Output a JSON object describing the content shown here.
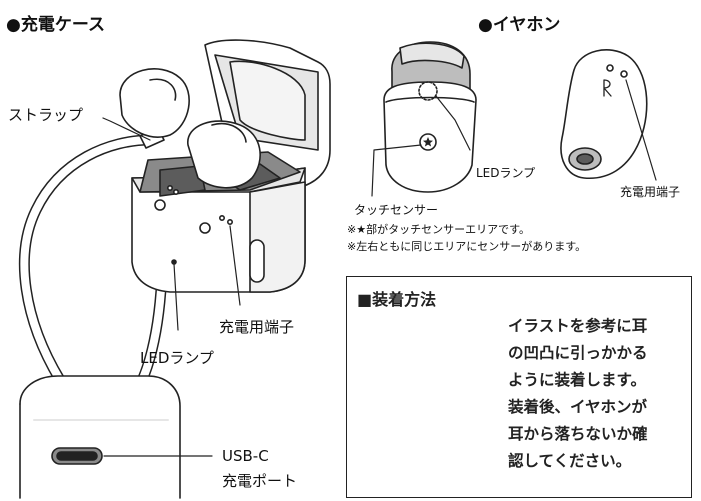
{
  "case_section": {
    "heading": "●充電ケース",
    "strap_label": "ストラップ",
    "led_label": "LEDランプ",
    "charging_terminal_label": "充電用端子",
    "usb_label": "USB-C",
    "charging_port_label": "充電ポート"
  },
  "earphone_section": {
    "heading": "●イヤホン",
    "led_label": "LEDランプ",
    "touch_sensor_label": "タッチセンサー",
    "charging_terminal_label": "充電用端子",
    "note_1": "※★部がタッチセンサーエリアです。",
    "note_2": "※左右ともに同じエリアにセンサーがあります。"
  },
  "wearing_box": {
    "title": "■装着方法",
    "lines": [
      "イラストを参考に耳",
      "の凹凸に引っかかる",
      "ように装着します。",
      "装着後、イヤホンが",
      "耳から落ちないか確",
      "認してください。"
    ]
  },
  "colors": {
    "line": "#222222",
    "shade_dark": "#8a8a8a",
    "shade_mid": "#bdbdbd",
    "shade_light": "#e6e6e6"
  }
}
